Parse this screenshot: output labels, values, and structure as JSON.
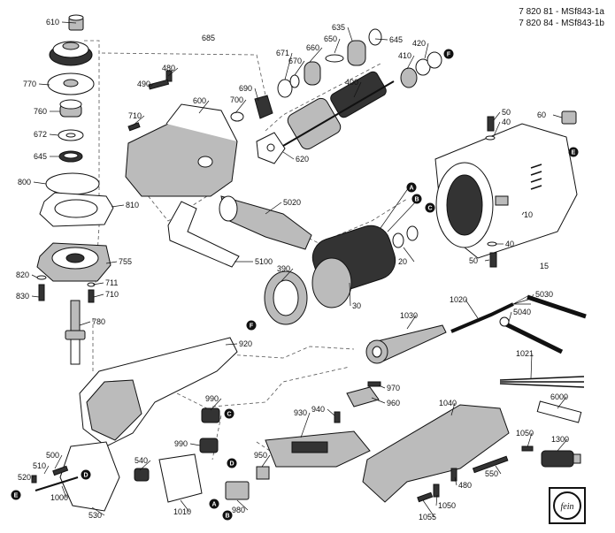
{
  "document_refs": [
    "7 820 81 - MSf843-1a",
    "7 820 84 - MSf843-1b"
  ],
  "brand_logo": "fein",
  "parts": [
    {
      "id": "610"
    },
    {
      "id": "685"
    },
    {
      "id": "635"
    },
    {
      "id": "650"
    },
    {
      "id": "645"
    },
    {
      "id": "660"
    },
    {
      "id": "420"
    },
    {
      "id": "671"
    },
    {
      "id": "670"
    },
    {
      "id": "410"
    },
    {
      "id": "480"
    },
    {
      "id": "770"
    },
    {
      "id": "490"
    },
    {
      "id": "690"
    },
    {
      "id": "400"
    },
    {
      "id": "600"
    },
    {
      "id": "700"
    },
    {
      "id": "760"
    },
    {
      "id": "710"
    },
    {
      "id": "672"
    },
    {
      "id": "620"
    },
    {
      "id": "50"
    },
    {
      "id": "40"
    },
    {
      "id": "60"
    },
    {
      "id": "645b",
      "label": "645"
    },
    {
      "id": "800"
    },
    {
      "id": "810"
    },
    {
      "id": "5020"
    },
    {
      "id": "10"
    },
    {
      "id": "20"
    },
    {
      "id": "40b",
      "label": "40"
    },
    {
      "id": "50b",
      "label": "50"
    },
    {
      "id": "15"
    },
    {
      "id": "755"
    },
    {
      "id": "5100"
    },
    {
      "id": "390"
    },
    {
      "id": "820"
    },
    {
      "id": "711"
    },
    {
      "id": "830"
    },
    {
      "id": "710b",
      "label": "710"
    },
    {
      "id": "30"
    },
    {
      "id": "1020"
    },
    {
      "id": "5030"
    },
    {
      "id": "1030"
    },
    {
      "id": "5040"
    },
    {
      "id": "780"
    },
    {
      "id": "920"
    },
    {
      "id": "1021"
    },
    {
      "id": "970"
    },
    {
      "id": "960"
    },
    {
      "id": "990"
    },
    {
      "id": "940"
    },
    {
      "id": "6000"
    },
    {
      "id": "930"
    },
    {
      "id": "1040"
    },
    {
      "id": "990b",
      "label": "990"
    },
    {
      "id": "1050"
    },
    {
      "id": "1300"
    },
    {
      "id": "500"
    },
    {
      "id": "510"
    },
    {
      "id": "540"
    },
    {
      "id": "950"
    },
    {
      "id": "550"
    },
    {
      "id": "520"
    },
    {
      "id": "1000"
    },
    {
      "id": "480b",
      "label": "480"
    },
    {
      "id": "1050b",
      "label": "1050"
    },
    {
      "id": "1010"
    },
    {
      "id": "980"
    },
    {
      "id": "530"
    },
    {
      "id": "1055"
    }
  ],
  "markers": [
    {
      "id": "A1",
      "letter": "A"
    },
    {
      "id": "B1",
      "letter": "B"
    },
    {
      "id": "C1",
      "letter": "C"
    },
    {
      "id": "F1",
      "letter": "F"
    },
    {
      "id": "E1",
      "letter": "E"
    },
    {
      "id": "F2",
      "letter": "F"
    },
    {
      "id": "C2",
      "letter": "C"
    },
    {
      "id": "D1",
      "letter": "D"
    },
    {
      "id": "D2",
      "letter": "D"
    },
    {
      "id": "E2",
      "letter": "E"
    },
    {
      "id": "A2",
      "letter": "A"
    },
    {
      "id": "B2",
      "letter": "B"
    }
  ]
}
